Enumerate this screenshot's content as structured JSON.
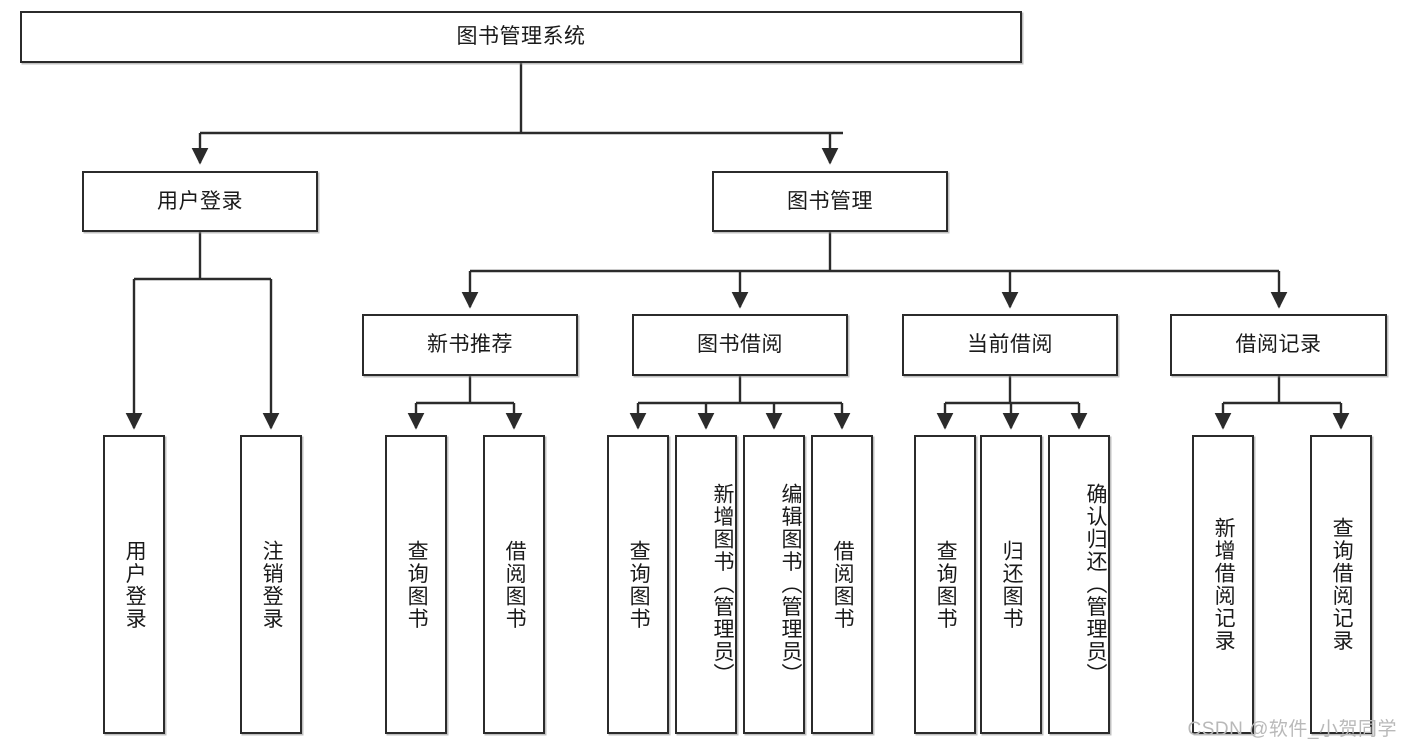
{
  "diagram": {
    "type": "tree-hierarchy",
    "title": "图书管理系统",
    "watermark": "CSDN @软件_小贺同学",
    "colors": {
      "box_border": "#2b2b2b",
      "box_fill": "#ffffff",
      "connector": "#2b2b2b",
      "text": "#1a1a1a",
      "watermark": "#b9b9b9"
    },
    "levels": {
      "root": {
        "label": "图书管理系统"
      },
      "level2": [
        {
          "label": "用户登录"
        },
        {
          "label": "图书管理"
        }
      ],
      "level3": [
        {
          "label": "新书推荐"
        },
        {
          "label": "图书借阅"
        },
        {
          "label": "当前借阅"
        },
        {
          "label": "借阅记录"
        }
      ],
      "leaves": {
        "user_login": [
          {
            "label": "用户登录"
          },
          {
            "label": "注销登录"
          }
        ],
        "new_book_recommend": [
          {
            "label": "查询图书"
          },
          {
            "label": "借阅图书"
          }
        ],
        "book_borrow": [
          {
            "label": "查询图书"
          },
          {
            "label": "新增图书（管理员）"
          },
          {
            "label": "编辑图书（管理员）"
          },
          {
            "label": "借阅图书"
          }
        ],
        "current_borrow": [
          {
            "label": "查询图书"
          },
          {
            "label": "归还图书"
          },
          {
            "label": "确认归还（管理员）"
          }
        ],
        "borrow_record": [
          {
            "label": "新增借阅记录"
          },
          {
            "label": "查询借阅记录"
          }
        ]
      }
    }
  }
}
